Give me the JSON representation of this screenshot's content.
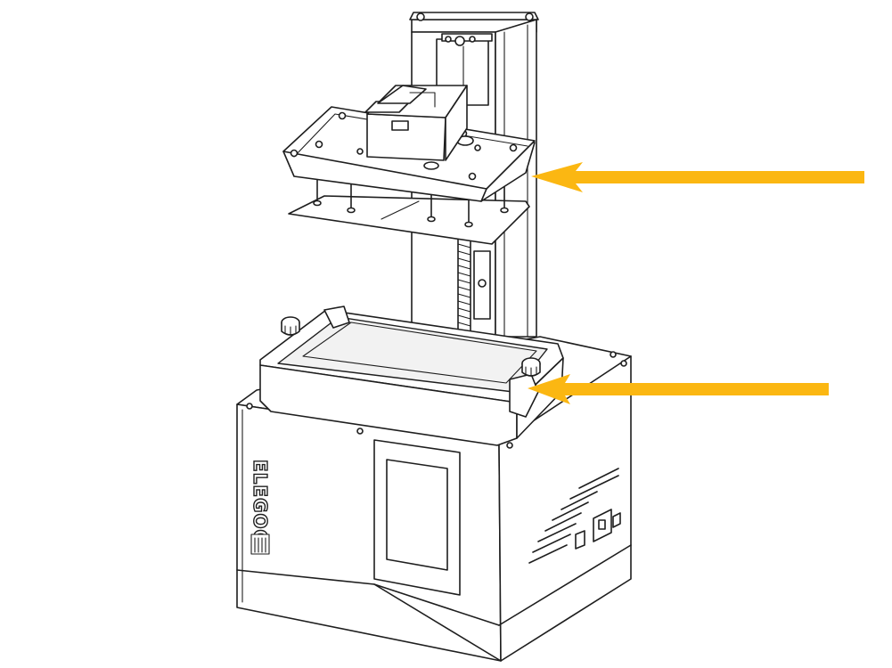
{
  "printer": {
    "brand_text": "ELEGOO"
  },
  "colors": {
    "arrow": "#fbb712",
    "line": "#1e1e1e",
    "background": "#ffffff"
  },
  "arrows": [
    {
      "target": "build-platform",
      "icon": "arrow-left-icon"
    },
    {
      "target": "resin-vat",
      "icon": "arrow-left-icon"
    }
  ]
}
